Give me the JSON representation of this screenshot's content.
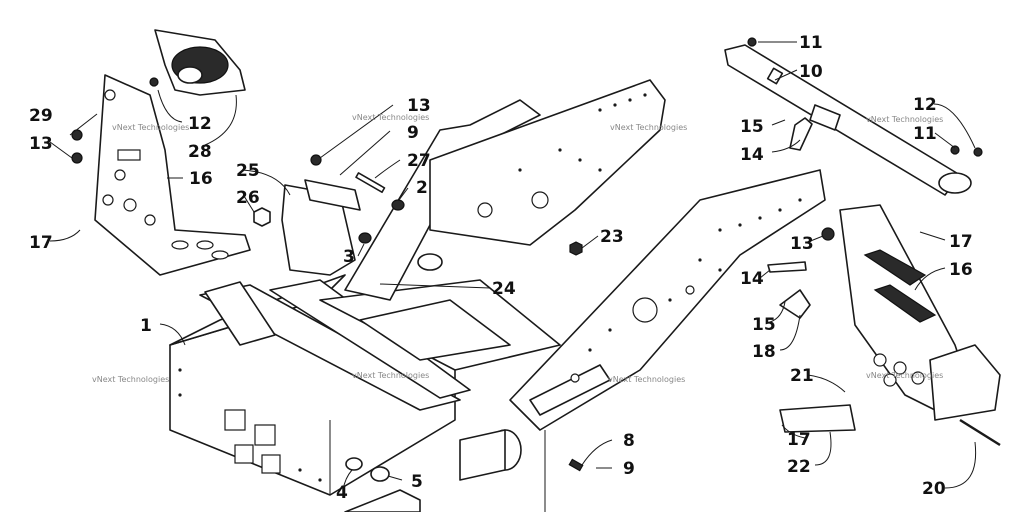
{
  "watermark": "vNext Technologies",
  "callouts": {
    "c1": "1",
    "c2": "2",
    "c3": "3",
    "c4": "4",
    "c5": "5",
    "c8": "8",
    "c9a": "9",
    "c9b": "9",
    "c10": "10",
    "c11a": "11",
    "c11b": "11",
    "c12a": "12",
    "c12b": "12",
    "c13a": "13",
    "c13b": "13",
    "c13c": "13",
    "c14a": "14",
    "c14b": "14",
    "c15a": "15",
    "c15b": "15",
    "c16a": "16",
    "c16b": "16",
    "c17a": "17",
    "c17b": "17",
    "c17c": "17",
    "c18": "18",
    "c20": "20",
    "c21": "21",
    "c22": "22",
    "c23": "23",
    "c24": "24",
    "c25": "25",
    "c26": "26",
    "c27": "27",
    "c28": "28",
    "c29": "29"
  }
}
